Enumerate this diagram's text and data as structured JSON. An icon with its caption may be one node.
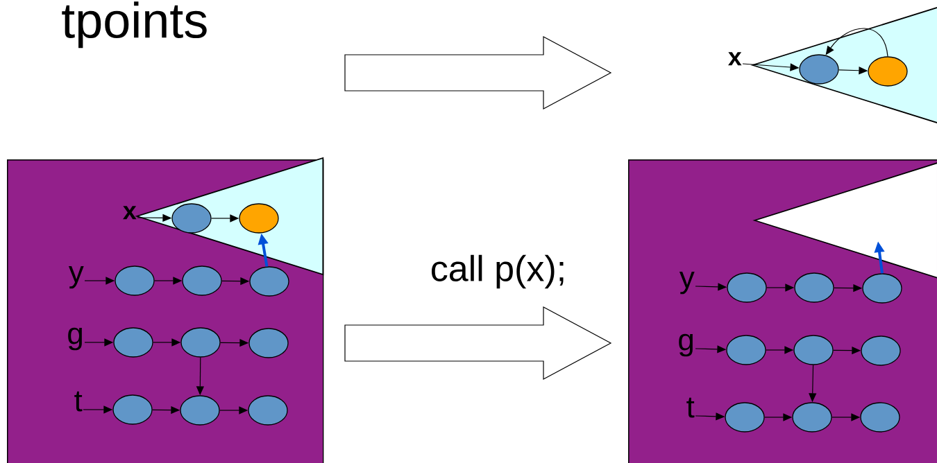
{
  "diagram": {
    "title": "tpoints",
    "nodes": [
      {
        "text": [],
        "shape": "box"
      },
      {
        "text": [],
        "shape": "triangle",
        "in": 0
      },
      {
        "text": [
          "x"
        ],
        "in": 0
      },
      {
        "text": [],
        "shape": "ellipse",
        "in": 1
      },
      {
        "text": [],
        "shape": "ellipse",
        "in": 1
      },
      {
        "text": [
          "y"
        ],
        "in": 0
      },
      {
        "text": [],
        "shape": "ellipse",
        "in": 0
      },
      {
        "text": [],
        "shape": "ellipse",
        "in": 0
      },
      {
        "text": [],
        "shape": "ellipse",
        "in": 0
      },
      {
        "text": [
          "g"
        ],
        "in": 0
      },
      {
        "text": [],
        "shape": "ellipse",
        "in": 0
      },
      {
        "text": [],
        "shape": "ellipse",
        "in": 0
      },
      {
        "text": [],
        "shape": "ellipse",
        "in": 0
      },
      {
        "text": [
          "t"
        ],
        "in": 0
      },
      {
        "text": [],
        "shape": "ellipse",
        "in": 0
      },
      {
        "text": [],
        "shape": "ellipse",
        "in": 0
      },
      {
        "text": [],
        "shape": "ellipse",
        "in": 0
      },
      {
        "text": [],
        "shape": "triangle"
      },
      {
        "text": [
          "x"
        ]
      },
      {
        "text": [],
        "shape": "ellipse",
        "in": 17
      },
      {
        "text": [],
        "shape": "ellipse",
        "in": 17
      },
      {
        "text": [],
        "shape": "box"
      },
      {
        "text": [],
        "shape": "triangle",
        "in": 21
      },
      {
        "text": [
          "y"
        ],
        "in": 21
      },
      {
        "text": [],
        "shape": "ellipse",
        "in": 21
      },
      {
        "text": [],
        "shape": "ellipse",
        "in": 21
      },
      {
        "text": [],
        "shape": "ellipse",
        "in": 21
      },
      {
        "text": [
          "g"
        ],
        "in": 21
      },
      {
        "text": [],
        "shape": "ellipse",
        "in": 21
      },
      {
        "text": [],
        "shape": "ellipse",
        "in": 21
      },
      {
        "text": [],
        "shape": "ellipse",
        "in": 21
      },
      {
        "text": [
          "t"
        ],
        "in": 21
      },
      {
        "text": [],
        "shape": "ellipse",
        "in": 21
      },
      {
        "text": [],
        "shape": "ellipse",
        "in": 21
      },
      {
        "text": [],
        "shape": "ellipse",
        "in": 21
      }
    ],
    "edges": [
      {
        "from": 2,
        "to": 3,
        "arrow": "to"
      },
      {
        "from": 3,
        "to": 4,
        "arrow": "to"
      },
      {
        "from": 5,
        "to": 6,
        "arrow": "to"
      },
      {
        "from": 6,
        "to": 7,
        "arrow": "to"
      },
      {
        "from": 7,
        "to": 8,
        "arrow": "to"
      },
      {
        "from": 8,
        "to": 4,
        "arrow": "to",
        "style": "thick",
        "color": "#0050d8"
      },
      {
        "from": 9,
        "to": 10,
        "arrow": "to"
      },
      {
        "from": 10,
        "to": 11,
        "arrow": "to"
      },
      {
        "from": 11,
        "to": 12,
        "arrow": "to"
      },
      {
        "from": 11,
        "to": 15,
        "arrow": "to"
      },
      {
        "from": 13,
        "to": 14,
        "arrow": "to"
      },
      {
        "from": 14,
        "to": 15,
        "arrow": "to"
      },
      {
        "from": 15,
        "to": 16,
        "arrow": "to"
      },
      {
        "from": 0,
        "to": 21,
        "arrow": "to",
        "label": "call p(x);"
      },
      {
        "from": 18,
        "to": 19,
        "arrow": "to"
      },
      {
        "from": 19,
        "to": 20,
        "arrow": "to"
      },
      {
        "from": 20,
        "to": 19,
        "arrow": "to"
      },
      {
        "from": 23,
        "to": 24,
        "arrow": "to"
      },
      {
        "from": 24,
        "to": 25,
        "arrow": "to"
      },
      {
        "from": 25,
        "to": 26,
        "arrow": "to"
      },
      {
        "from": 26,
        "to": 22,
        "arrow": "to",
        "style": "thick",
        "color": "#0050d8"
      },
      {
        "from": 27,
        "to": 28,
        "arrow": "to"
      },
      {
        "from": 28,
        "to": 29,
        "arrow": "to"
      },
      {
        "from": 29,
        "to": 30,
        "arrow": "to"
      },
      {
        "from": 29,
        "to": 33,
        "arrow": "to"
      },
      {
        "from": 31,
        "to": 32,
        "arrow": "to"
      },
      {
        "from": 32,
        "to": 33,
        "arrow": "to"
      },
      {
        "from": 33,
        "to": 34,
        "arrow": "to"
      }
    ]
  }
}
